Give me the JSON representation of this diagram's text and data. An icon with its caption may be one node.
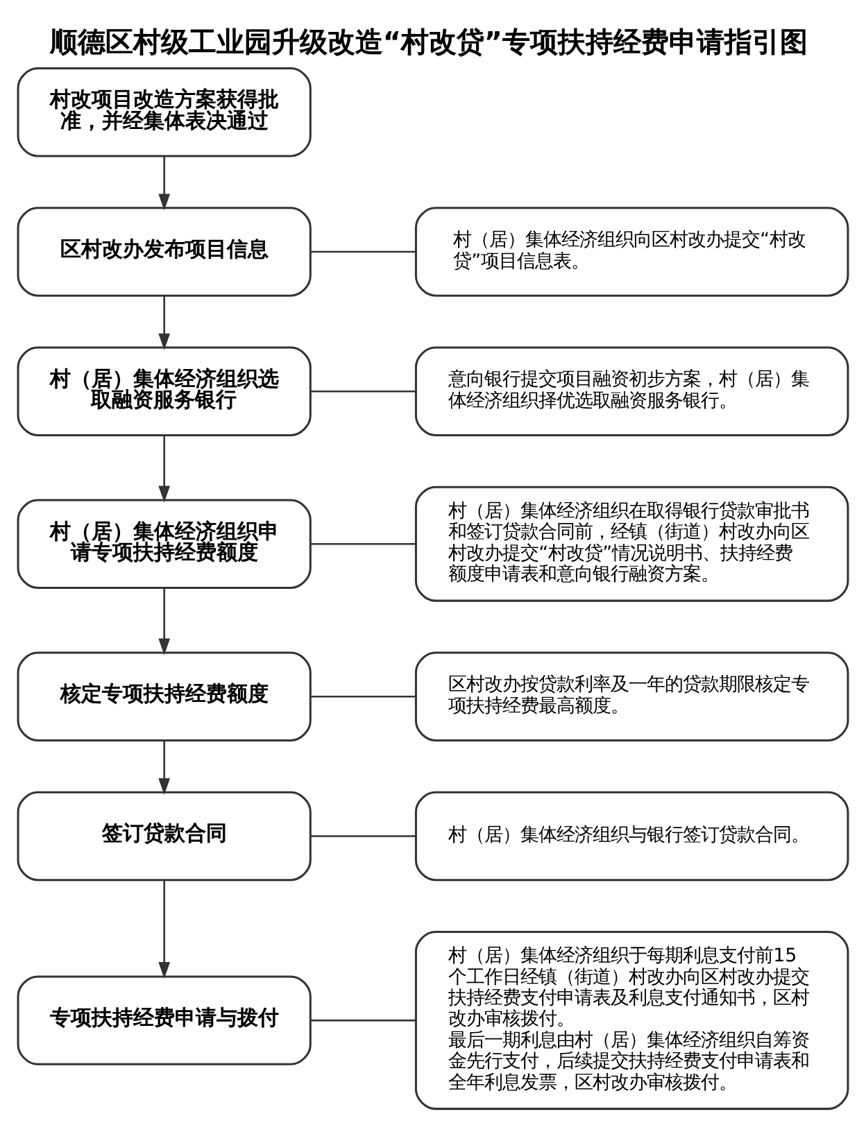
{
  "diagram": {
    "title": "顺德区村级工业园升级改造“村改贷”专项扶持经费申请指引图",
    "nodes": [
      {
        "text": [
          "村改项目改造方案获得批准，并经集体表决通过"
        ]
      },
      {
        "text": [
          "区村改办发布项目信息"
        ]
      },
      {
        "text": [
          "村（居）集体经济组织向区村改办提交“村改贷”项目信息表。"
        ]
      },
      {
        "text": [
          "村（居）集体经济组织选取融资服务银行"
        ]
      },
      {
        "text": [
          "意向银行提交项目融资初步方案，村（居）集体经济组织择优选取融资服务银行。"
        ]
      },
      {
        "text": [
          "村（居）集体经济组织申请专项扶持经费额度"
        ]
      },
      {
        "text": [
          "村（居）集体经济组织在取得银行贷款审批书和签订贷款合同前，经镇（街道）村改办向区村改办提交“村改贷”情况说明书、扶持经费额度申请表和意向银行融资方案。"
        ]
      },
      {
        "text": [
          "核定专项扶持经费额度"
        ]
      },
      {
        "text": [
          "区村改办按贷款利率及一年的贷款期限核定专项扶持经费最高额度。"
        ]
      },
      {
        "text": [
          "签订贷款合同"
        ]
      },
      {
        "text": [
          "村（居）集体经济组织与银行签订贷款合同。"
        ]
      },
      {
        "text": [
          "专项扶持经费申请与拨付"
        ]
      },
      {
        "text": [
          "村（居）集体经济组织于每期利息支付前15个工作日经镇（街道）村改办向区村改办提交扶持经费支付申请表及利息支付通知书，区村改办审核拨付。",
          "最后一期利息由村（居）集体经济组织自筹资金先行支付，后续提交扶持经费支付申请表和全年利息发票，区村改办审核拨付。"
        ]
      }
    ],
    "edges": [
      {
        "from": 0,
        "to": 1,
        "arrow": "to"
      },
      {
        "from": 1,
        "to": 2,
        "arrow": "none"
      },
      {
        "from": 1,
        "to": 3,
        "arrow": "to"
      },
      {
        "from": 3,
        "to": 4,
        "arrow": "none"
      },
      {
        "from": 3,
        "to": 5,
        "arrow": "to"
      },
      {
        "from": 5,
        "to": 6,
        "arrow": "none"
      },
      {
        "from": 5,
        "to": 7,
        "arrow": "to"
      },
      {
        "from": 7,
        "to": 8,
        "arrow": "none"
      },
      {
        "from": 7,
        "to": 9,
        "arrow": "to"
      },
      {
        "from": 9,
        "to": 10,
        "arrow": "none"
      },
      {
        "from": 9,
        "to": 11,
        "arrow": "to"
      },
      {
        "from": 11,
        "to": 12,
        "arrow": "none"
      }
    ]
  }
}
